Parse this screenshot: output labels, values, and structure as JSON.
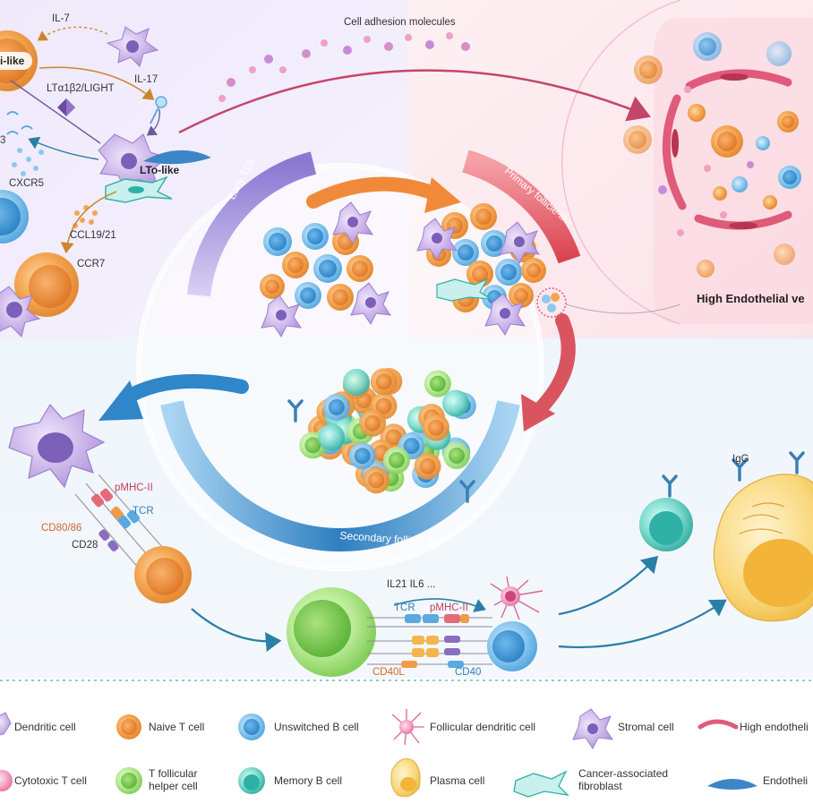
{
  "top_left": {
    "partial_cell_label": "i-like",
    "cytokines": [
      "IL-7",
      "IL-17",
      "LTα1β2/LIGHT"
    ],
    "lto_label": "LTo-like",
    "partial_3": "3",
    "cxcr5": "CXCR5",
    "ccl": "CCL19/21",
    "ccr7": "CCR7"
  },
  "top_right": {
    "adhesion": "Cell adhesion molecules",
    "hev_label": "High Endothelial ve"
  },
  "center": {
    "early": "Early TLS",
    "primary": "Primary follicle-like",
    "secondary": "Secondary follicle-like"
  },
  "lower_left": {
    "pmhc": "pMHC-II",
    "tcr": "TCR",
    "cd80": "CD80/86",
    "cd28": "CD28"
  },
  "lower_mid": {
    "il": "IL21  IL6 ...",
    "tcr2": "TCR",
    "pmhc2": "pMHC-II",
    "cd40l": "CD40L",
    "cd40": "CD40"
  },
  "lower_right": {
    "igg": "IgG"
  },
  "legend": [
    {
      "label": "Dendritic cell",
      "icon": "dendritic-cell"
    },
    {
      "label": "Naive T cell",
      "icon": "naive-t-cell"
    },
    {
      "label": "Unswitched B cell",
      "icon": "unswitched-b-cell"
    },
    {
      "label": "Follicular dendritic cell",
      "icon": "follicular-dendritic-cell"
    },
    {
      "label": "Stromal cell",
      "icon": "stromal-cell"
    },
    {
      "label": "High endotheli",
      "icon": "high-endothelial-cell"
    },
    {
      "label": "Cytotoxic T cell",
      "icon": "cytotoxic-t-cell"
    },
    {
      "label": "T follicular\nhelper cell",
      "icon": "tfh-cell"
    },
    {
      "label": "Memory B cell",
      "icon": "memory-b-cell"
    },
    {
      "label": "Plasma cell",
      "icon": "plasma-cell"
    },
    {
      "label": "Cancer-associated\nfibroblast",
      "icon": "caf"
    },
    {
      "label": "Endotheli",
      "icon": "endothelial-cell"
    }
  ],
  "colors": {
    "naive_t": "#f0a04b",
    "b_cell": "#5aa9e0",
    "tfh": "#8fd36a",
    "dendritic": "#b48ad6",
    "hev": "#e05a7a",
    "plasma": "#f5c451",
    "blue_arc": "#3d8ccf",
    "purple_arc": "#9a86d8",
    "orange_arrow": "#f08a3a",
    "red_arrow": "#d9545f",
    "teal": "#2fb0a6"
  }
}
